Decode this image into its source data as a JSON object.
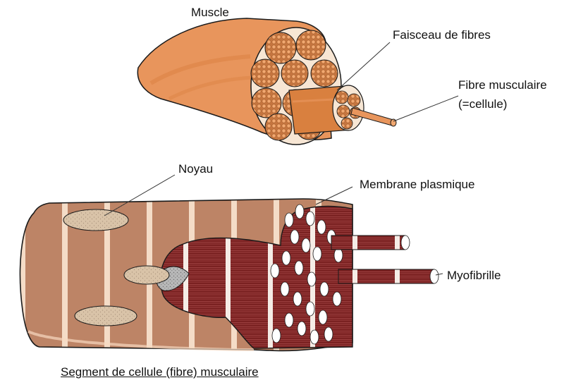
{
  "labels": {
    "muscle": "Muscle",
    "bundle": "Faisceau de fibres",
    "fiber_line1": "Fibre musculaire",
    "fiber_line2": "(=cellule)",
    "nucleus": "Noyau",
    "membrane": "Membrane plasmique",
    "myofibril": "Myofibrille",
    "caption": "Segment de cellule (fibre) musculaire"
  },
  "colors": {
    "muscle_tissue": "#e8955c",
    "muscle_shade": "#d9803f",
    "fiber_section": "#c8814f",
    "fiber_surface": "#c99477",
    "myofibril": "#7a2121",
    "nucleus": "#d9c3a8",
    "chromatin": "#a8a8a8",
    "outline": "#1a1a1a"
  }
}
